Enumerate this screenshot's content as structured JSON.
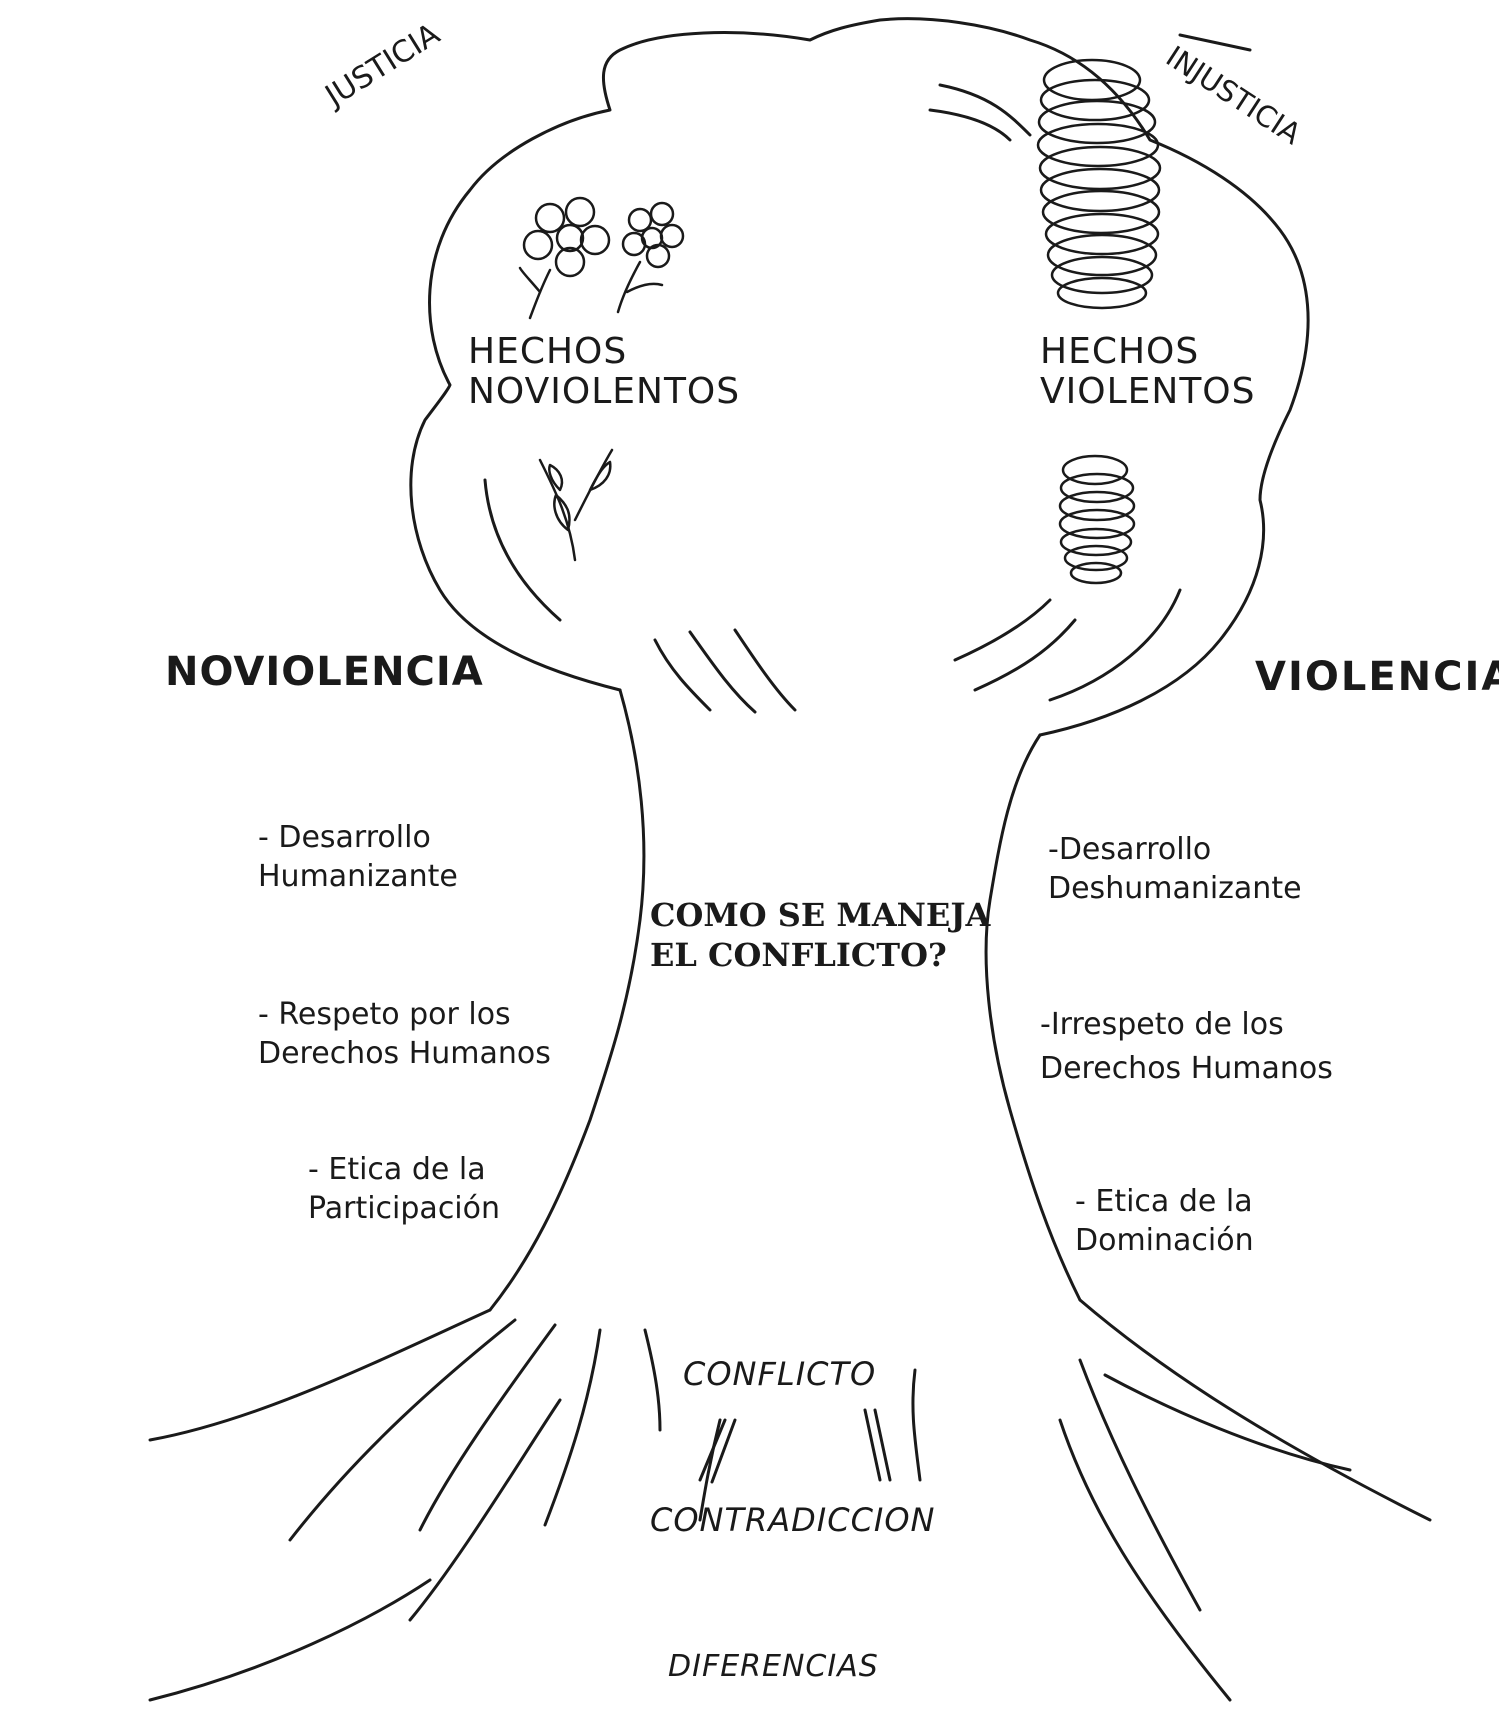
{
  "arc_labels": {
    "justicia": "JUSTICIA",
    "injusticia": "INJUSTICIA"
  },
  "crown": {
    "left_label": [
      "HECHOS",
      "NOVIOLENTOS"
    ],
    "right_label": [
      "HECHOS",
      "VIOLENTOS"
    ],
    "left_icons": [
      "flower-icon",
      "flower-icon",
      "sprout-icon"
    ],
    "right_icons": [
      "spring-coil-icon",
      "spring-coil-icon"
    ]
  },
  "sides": {
    "left_title": "NOVIOLENCIA",
    "right_title": "VIOLENCIA"
  },
  "trunk": {
    "question": [
      "COMO SE MANEJA",
      "EL CONFLICTO?"
    ]
  },
  "left_items": [
    [
      "- Desarrollo",
      "Humanizante"
    ],
    [
      "- Respeto por los",
      "Derechos Humanos"
    ],
    [
      "- Etica de la",
      "Participación"
    ]
  ],
  "right_items": [
    [
      "-Desarrollo",
      "Deshumanizante"
    ],
    [
      "-Irrespeto de los",
      "Derechos Humanos"
    ],
    [
      "- Etica de la",
      "Dominación"
    ]
  ],
  "roots": {
    "conflicto": "CONFLICTO",
    "contradiccion": "CONTRADICCION",
    "diferencias": "DIFERENCIAS"
  },
  "colors": {
    "ink": "#1a1a1a",
    "paper": "#ffffff"
  }
}
